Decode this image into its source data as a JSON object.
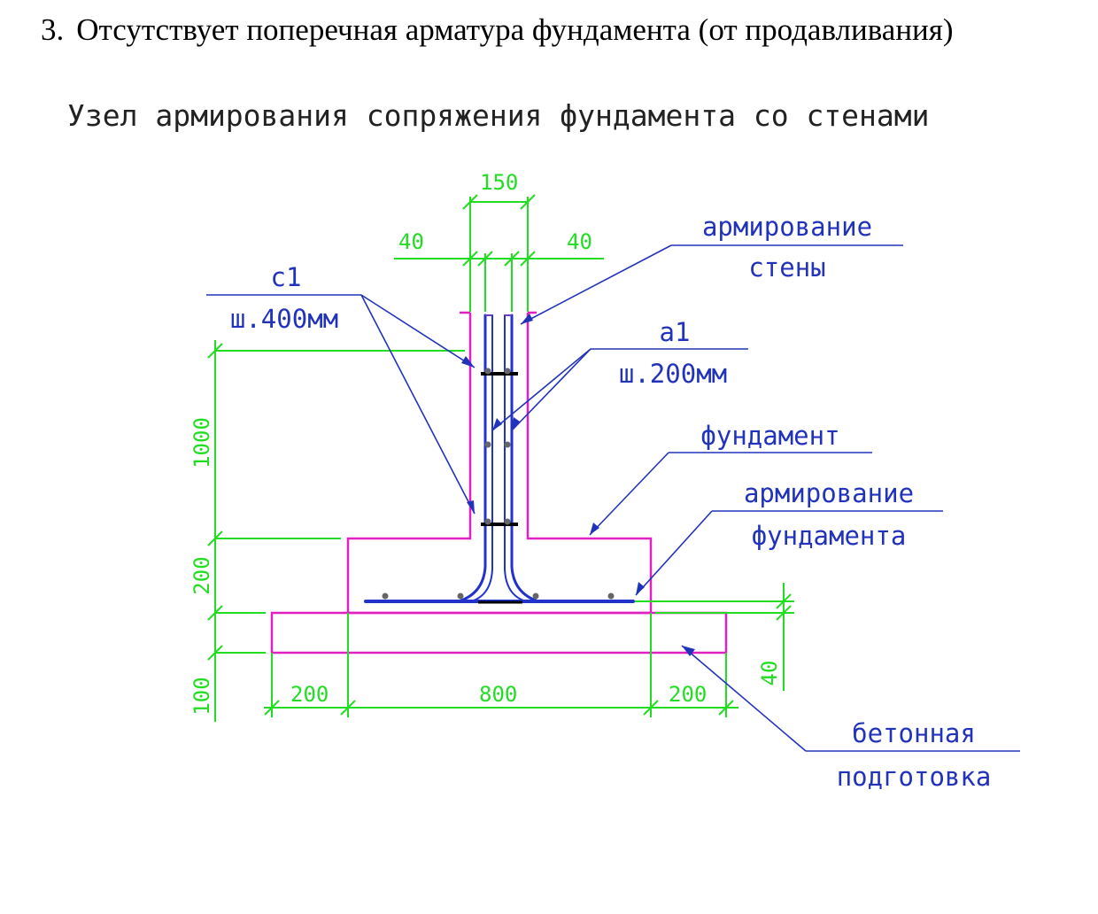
{
  "heading": {
    "number": "3.",
    "text": "Отсутствует поперечная арматура фундамента (от продавливания)"
  },
  "drawing": {
    "title": "Узел армирования сопряжения фундамента со стенами",
    "dimensions": {
      "wall_width": "150",
      "cover_left": "40",
      "cover_right": "40",
      "wall_height": "1000",
      "footing_height": "200",
      "prep_height": "100",
      "prep_left": "200",
      "footing_width": "800",
      "prep_right": "200",
      "bottom_cover": "40"
    },
    "labels": {
      "c1_name": "с1",
      "c1_spacing": "ш.400мм",
      "a1_name": "а1",
      "a1_spacing": "ш.200мм",
      "wall_rebar_line1": "армирование",
      "wall_rebar_line2": "стены",
      "foundation": "фундамент",
      "foundation_rebar_line1": "армирование",
      "foundation_rebar_line2": "фундамента",
      "concrete_prep_line1": "бетонная",
      "concrete_prep_line2": "подготовка"
    },
    "colors": {
      "concrete_outline": "#e020c0",
      "dimension": "#22dd22",
      "rebar": "#2233cc",
      "label": "#2233bb",
      "stirrup": "#000000"
    }
  }
}
